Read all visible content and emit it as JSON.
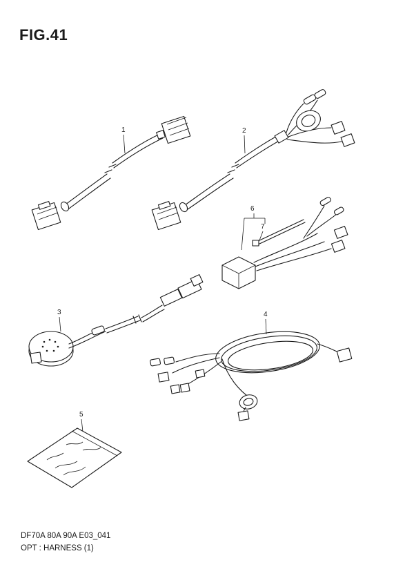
{
  "figure": {
    "title": "FIG.41",
    "footer_code": "DF70A 80A 90A E03_041",
    "footer_desc": "OPT : HARNESS (1)"
  },
  "callouts": [
    {
      "id": "callout-1",
      "label": "1"
    },
    {
      "id": "callout-2",
      "label": "2"
    },
    {
      "id": "callout-3",
      "label": "3"
    },
    {
      "id": "callout-4",
      "label": "4"
    },
    {
      "id": "callout-5",
      "label": "5"
    },
    {
      "id": "callout-6",
      "label": "6"
    },
    {
      "id": "callout-7",
      "label": "7"
    }
  ]
}
